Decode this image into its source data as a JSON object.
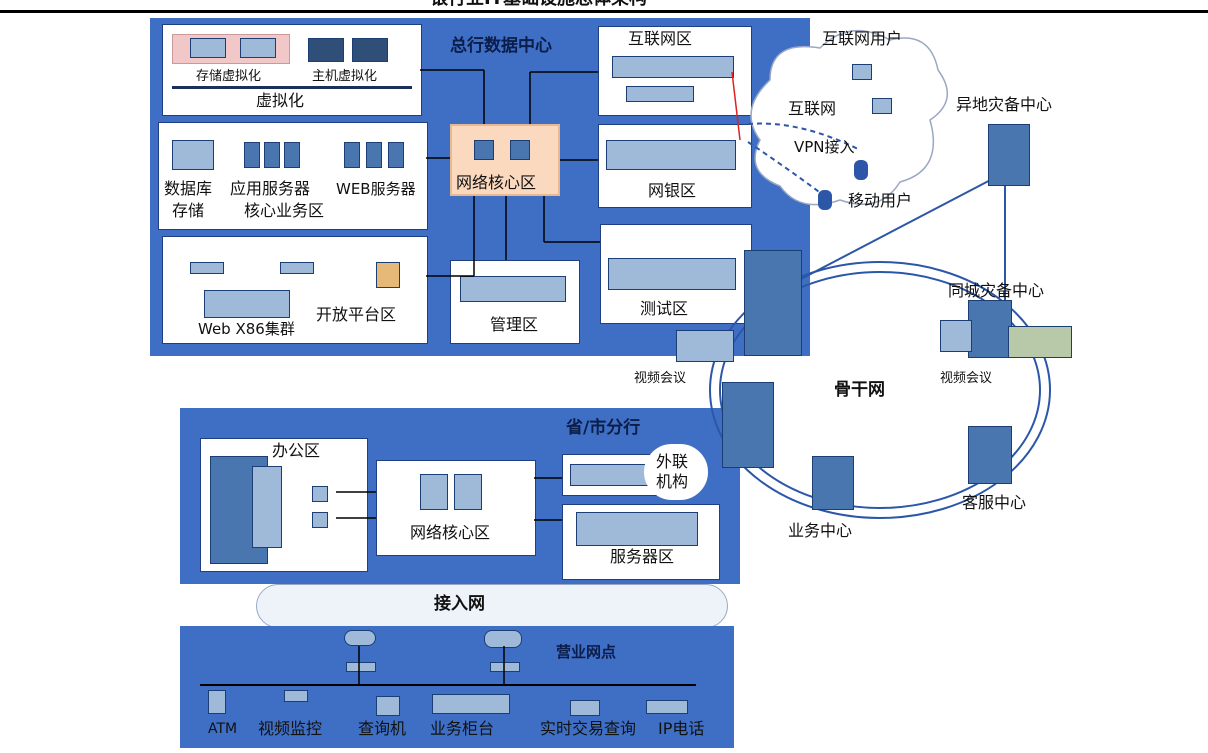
{
  "header_fragment": "银行业IT基础设施总体架构",
  "hq": {
    "title": "总行数据中心",
    "virtualization": {
      "storage": "存储虚拟化",
      "host": "主机虚拟化",
      "title": "虚拟化"
    },
    "core_business": {
      "database": "数据库",
      "storage": "存储",
      "app_server": "应用服务器",
      "web_server": "WEB服务器",
      "zone": "核心业务区"
    },
    "open_platform": {
      "cluster": "Web X86集群",
      "zone": "开放平台区"
    },
    "network_core": "网络核心区",
    "management": "管理区",
    "internet_zone": "互联网区",
    "ebank": "网银区",
    "test": "测试区"
  },
  "internet": {
    "users": "互联网用户",
    "cloud": "互联网",
    "vpn": "VPN接入",
    "mobile": "移动用户"
  },
  "remote_dr": "异地灾备中心",
  "local_dr": "同城灾备中心",
  "backbone": "骨干网",
  "video_conf_left": "视频会议",
  "video_conf_right": "视频会议",
  "business_center": "业务中心",
  "service_center": "客服中心",
  "branch": {
    "title": "省/市分行",
    "office": "办公区",
    "network_core": "网络核心区",
    "external": "外联\n机构",
    "server_zone": "服务器区"
  },
  "access_net": "接入网",
  "outlets": {
    "title": "营业网点",
    "items": [
      "ATM",
      "视频监控",
      "查询机",
      "业务柜台",
      "实时交易查询",
      "IP电话"
    ]
  }
}
